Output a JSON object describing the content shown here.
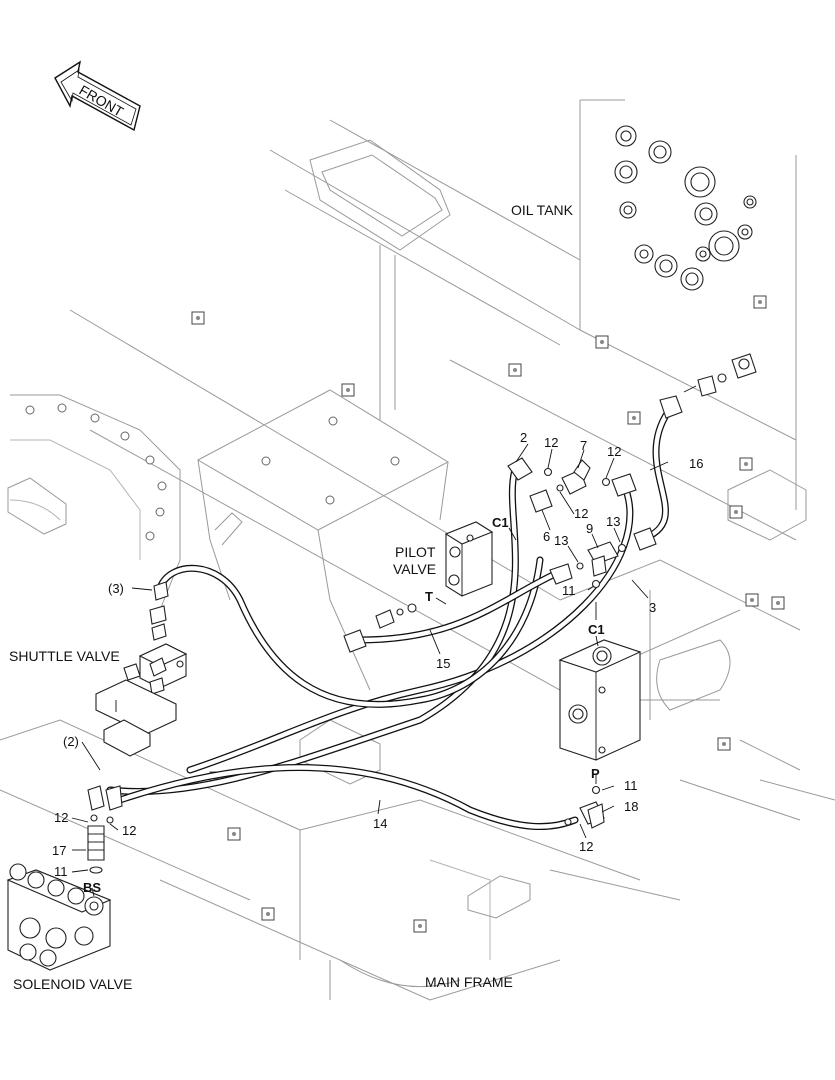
{
  "labels": {
    "front": "FRONT",
    "oil_tank": "OIL TANK",
    "pilot_valve_line1": "PILOT",
    "pilot_valve_line2": "VALVE",
    "shuttle_valve": "SHUTTLE VALVE",
    "solenoid_valve": "SOLENOID VALVE",
    "main_frame": "MAIN FRAME"
  },
  "ports": {
    "c1_pilot": "C1",
    "t_pilot": "T",
    "c1_valve": "C1",
    "p_valve": "P",
    "bs_solenoid": "BS"
  },
  "callouts": {
    "n2": "2",
    "n12_a": "12",
    "n7": "7",
    "n12_b": "12",
    "n16": "16",
    "n12_c": "12",
    "n6": "6",
    "n9": "9",
    "n13_a": "13",
    "n13_b": "13",
    "n11_a": "11",
    "n3": "3",
    "n15": "15",
    "n3p": "(3)",
    "n2p": "(2)",
    "n12_d": "12",
    "n12_e": "12",
    "n17": "17",
    "n11_b": "11",
    "n14": "14",
    "n11_c": "11",
    "n18": "18",
    "n12_f": "12"
  },
  "colors": {
    "ink": "#111111",
    "frame_line": "#9a9a9a",
    "background": "#ffffff"
  }
}
